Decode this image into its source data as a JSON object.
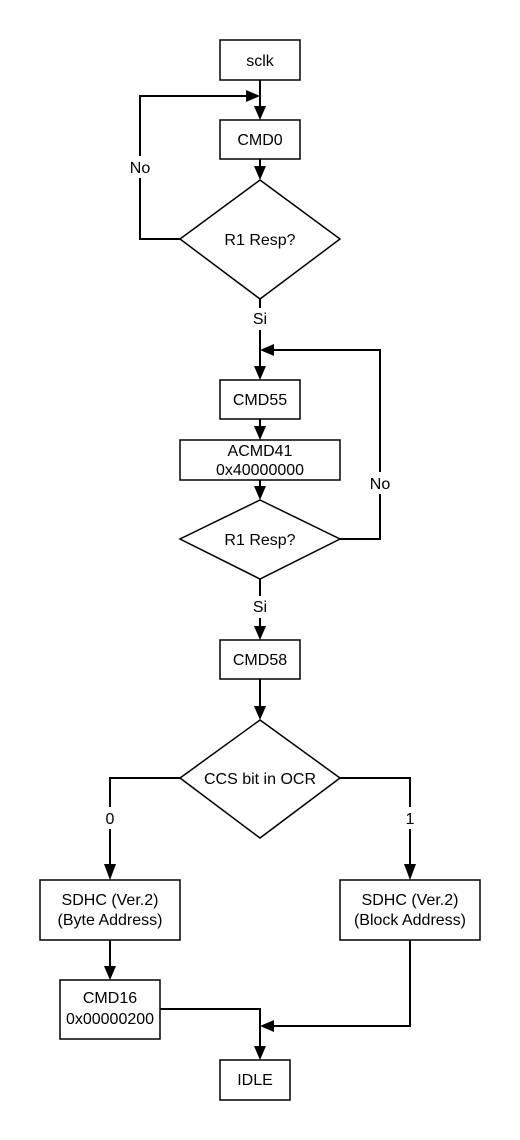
{
  "nodes": {
    "sclk": [
      "sclk"
    ],
    "cmd0": [
      "CMD0"
    ],
    "resp1": [
      "R1 Resp?"
    ],
    "cmd55": [
      "CMD55"
    ],
    "acmd41": [
      "ACMD41",
      "0x40000000"
    ],
    "resp2": [
      "R1 Resp?"
    ],
    "cmd58": [
      "CMD58"
    ],
    "ccs": [
      "CCS bit in OCR"
    ],
    "byte": [
      "SDHC (Ver.2)",
      "(Byte Address)"
    ],
    "block": [
      "SDHC (Ver.2)",
      "(Block Address)"
    ],
    "cmd16": [
      "CMD16",
      "0x00000200"
    ],
    "idle": [
      "IDLE"
    ]
  },
  "edge_labels": {
    "no1": "No",
    "si1": "Si",
    "no2": "No",
    "si2": "Si",
    "zero": "0",
    "one": "1"
  }
}
